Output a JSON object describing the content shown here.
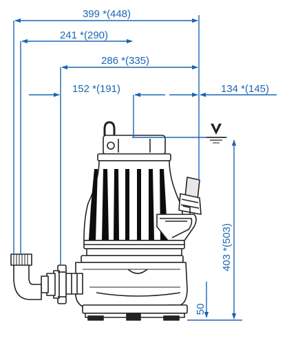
{
  "colors": {
    "dimension": "#1a64b4",
    "outline": "#222222",
    "body_fill": "#ffffff"
  },
  "dimensions": {
    "overall_width": "399 *(448)",
    "inlet_to_center": "241 *(290)",
    "flange_to_cable": "286 *(335)",
    "flange_to_center": "152 *(191)",
    "center_to_cable": "134 *(145)",
    "total_height": "403 *(503)",
    "base_height": "50"
  },
  "icons": {
    "water_level": "water-level-symbol-icon"
  }
}
